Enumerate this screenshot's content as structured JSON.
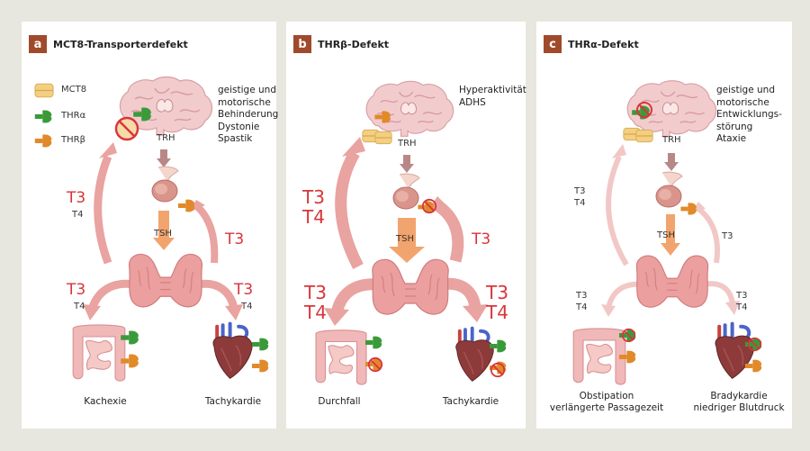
{
  "panels": {
    "a": {
      "letter": "a",
      "title": "MCT8-Transporterdefekt",
      "brain_text": [
        "geistige und",
        "motorische",
        "Behinderung",
        "Dystonie",
        "Spastik"
      ],
      "trh": "TRH",
      "tsh": "TSH",
      "left_hormone": {
        "t3": "T3",
        "t4": "T4"
      },
      "feedback": "T3",
      "lower_left": {
        "t3": "T3",
        "t4": "T4"
      },
      "lower_right": {
        "t3": "T3",
        "t4": "T4"
      },
      "caption_left": "Kachexie",
      "caption_right": "Tachykardie"
    },
    "b": {
      "letter": "b",
      "title": "THRβ-Defekt",
      "brain_text": [
        "Hyperaktivität",
        "ADHS"
      ],
      "trh": "TRH",
      "tsh": "TSH",
      "left_hormone": {
        "t3": "T3",
        "t4": "T4"
      },
      "feedback": "T3",
      "lower_left": {
        "t3": "T3",
        "t4": "T4"
      },
      "lower_right": {
        "t3": "T3",
        "t4": "T4"
      },
      "caption_left": "Durchfall",
      "caption_right": "Tachykardie"
    },
    "c": {
      "letter": "c",
      "title": "THRα-Defekt",
      "brain_text": [
        "geistige und",
        "motorische",
        "Entwicklungs-",
        "störung",
        "Ataxie"
      ],
      "trh": "TRH",
      "tsh": "TSH",
      "left_hormone": {
        "t3": "T3",
        "t4": "T4"
      },
      "feedback": "T3",
      "lower_left": {
        "t3": "T3",
        "t4": "T4"
      },
      "lower_right": {
        "t3": "T3",
        "t4": "T4"
      },
      "caption_left_1": "Obstipation",
      "caption_left_2": "verlängerte Passagezeit",
      "caption_right_1": "Bradykardie",
      "caption_right_2": "niedriger Blutdruck"
    }
  },
  "legend": [
    {
      "label": "MCT8",
      "icon": "mct8-transporter-icon"
    },
    {
      "label": "THRα",
      "icon": "thr-alpha-receptor-icon"
    },
    {
      "label": "THRβ",
      "icon": "thr-beta-receptor-icon"
    }
  ],
  "colors": {
    "badge": "#a04a2c",
    "hormone_red": "#d8353a",
    "arrow_pink": "#e9a3a0",
    "arrow_orange": "#f2a46e",
    "tissue": "#f3c7c4",
    "mct8": "#f3cf83",
    "thr_alpha": "#3a9a3a",
    "thr_beta": "#e08a2a"
  }
}
